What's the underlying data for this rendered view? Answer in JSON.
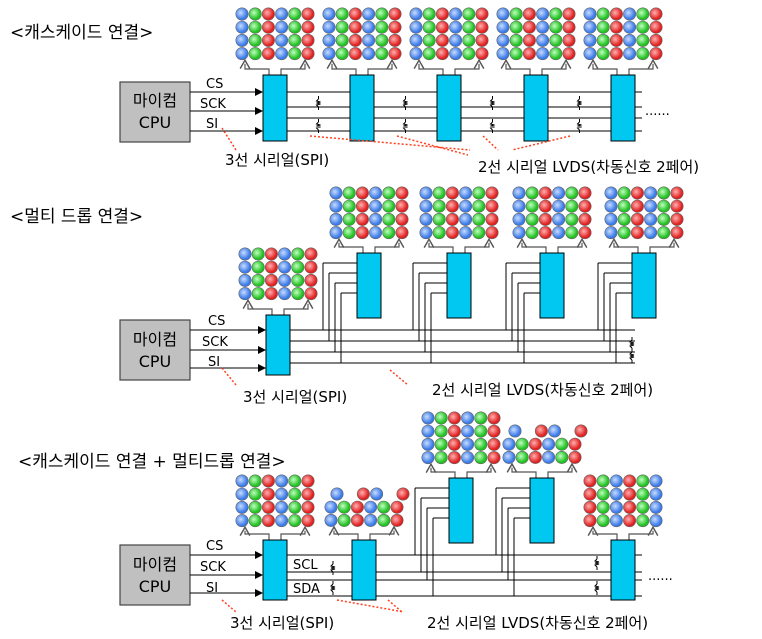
{
  "sections": [
    {
      "title": "<캐스케이드 연결>",
      "cpu_line1": "마이컴",
      "cpu_line2": "CPU",
      "signals": [
        "CS",
        "SCK",
        "SI"
      ],
      "spi_label": "3선 시리얼(SPI)",
      "lvds_label": "2선 시리얼 LVDS(차동신호 2페어)",
      "ellipsis": "......"
    },
    {
      "title": "<멀티 드롭 연결>",
      "cpu_line1": "마이컴",
      "cpu_line2": "CPU",
      "signals": [
        "CS",
        "SCK",
        "SI"
      ],
      "spi_label": "3선 시리얼(SPI)",
      "lvds_label": "2선 시리얼 LVDS(차동신호 2페어)"
    },
    {
      "title": "<캐스케이드 연결 + 멀티드롭 연결>",
      "cpu_line1": "마이컴",
      "cpu_line2": "CPU",
      "signals": [
        "CS",
        "SCK",
        "SI"
      ],
      "bus_labels": [
        "SCL",
        "SDA"
      ],
      "spi_label": "3선 시리얼(SPI)",
      "lvds_label": "2선 시리얼 LVDS(차동신호 2페어)",
      "ellipsis": "......"
    }
  ],
  "colors": {
    "chip": "#00c8f0",
    "cpu_box": "#c0c0c0",
    "led_red": "#f03030",
    "led_green": "#30d030",
    "led_blue": "#5090f0",
    "dotted": "#ff4020"
  }
}
